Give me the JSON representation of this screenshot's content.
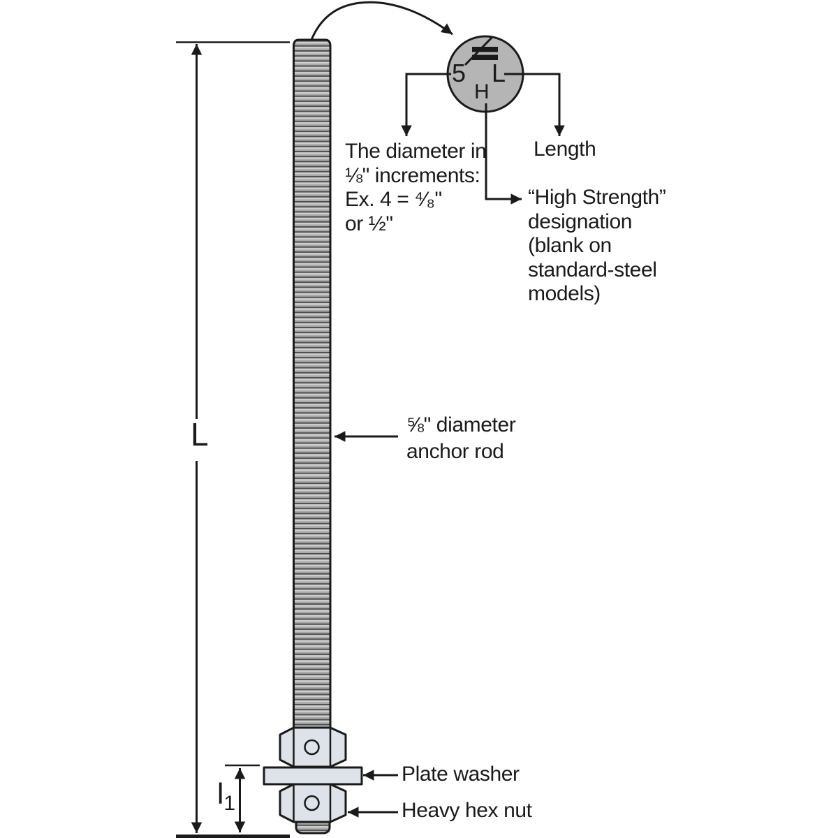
{
  "colors": {
    "bg": "#ffffff",
    "ink": "#1a1a1a",
    "thread_dark": "#4f4f4f",
    "thread_light": "#cfcfcf",
    "thread_mid": "#a8a8a8",
    "hardware_fill": "#dde3e9",
    "stamp_fill": "#b5b5b5"
  },
  "stamp": {
    "diameter_digit": "5",
    "length_code": "L",
    "high_strength_code": "H"
  },
  "callouts": {
    "diameter_note": {
      "line1": "The diameter in",
      "line2": "⅛\" increments:",
      "line3": "Ex. 4 = ⁴⁄₈\"",
      "line4": "or ½\""
    },
    "length_label": "Length",
    "high_strength_note": {
      "line1": "“High Strength”",
      "line2": "designation",
      "line3": "(blank on",
      "line4": "standard-steel",
      "line5": "models)"
    },
    "rod_label": {
      "line1": "⅝\" diameter",
      "line2": "anchor rod"
    },
    "plate_washer_label": "Plate washer",
    "heavy_hex_nut_label": "Heavy hex nut"
  },
  "dimensions": {
    "overall_length_symbol": "L",
    "embedment_symbol": "l",
    "embedment_subscript": "1"
  }
}
